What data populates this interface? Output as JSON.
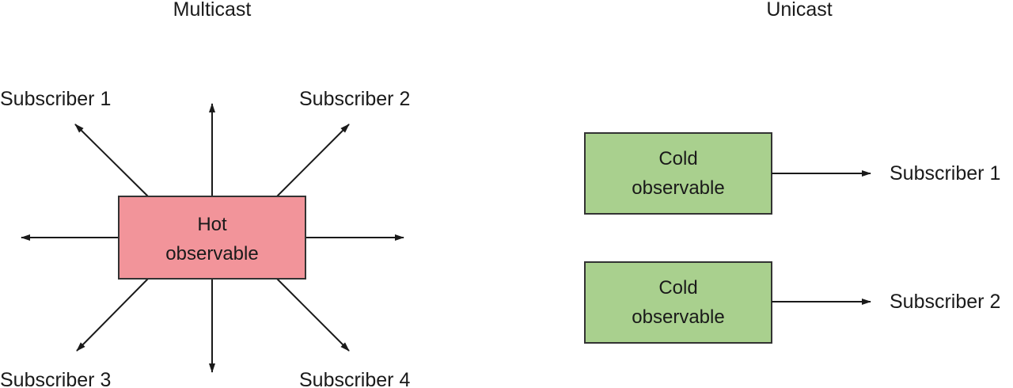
{
  "multicast": {
    "title": "Multicast",
    "hot_observable": {
      "line1": "Hot",
      "line2": "observable",
      "fill": "#f2949a"
    },
    "subscribers": [
      "Subscriber 1",
      "Subscriber 2",
      "Subscriber 3",
      "Subscriber 4"
    ]
  },
  "unicast": {
    "title": "Unicast",
    "cold_observables": [
      {
        "line1": "Cold",
        "line2": "observable",
        "subscriber": "Subscriber 1"
      },
      {
        "line1": "Cold",
        "line2": "observable",
        "subscriber": "Subscriber 2"
      }
    ],
    "fill": "#a9d08e"
  }
}
